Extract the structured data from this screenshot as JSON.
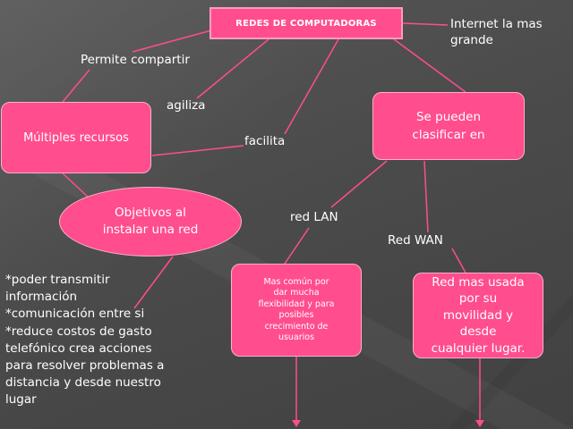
{
  "title": "REDES DE COMPUTADORAS",
  "labels": {
    "internet_line1": "Internet la mas",
    "internet_line2": "grande",
    "permite_compartir": "Permite compartir",
    "agiliza": "agiliza",
    "facilita": "facilita",
    "red_lan": "red LAN",
    "red_wan": "Red WAN"
  },
  "nodes": {
    "multiples_recursos": "Múltiples recursos",
    "clasificar": [
      "Se pueden",
      "clasificar en"
    ],
    "objetivos": [
      "Objetivos al",
      "instalar una red"
    ],
    "lan_desc": [
      "Mas común por",
      "dar mucha",
      "flexibilidad y para",
      "posibles",
      "crecimiento de",
      "usuarios"
    ],
    "wan_desc": [
      "Red mas usada",
      "por su",
      "movilidad y",
      "desde",
      "cualquier lugar."
    ]
  },
  "objetivos_list": [
    "*poder transmitir",
    "información",
    "*comunicación entre si",
    "*reduce costos de gasto",
    "telefónico crea acciones",
    "para resolver problemas a",
    "distancia y desde nuestro",
    "lugar"
  ],
  "colors": {
    "node_fill": "#ff4d8d",
    "node_border": "#ffb0cc",
    "connector": "#ff4d8d",
    "background": "#4a4a4a"
  }
}
